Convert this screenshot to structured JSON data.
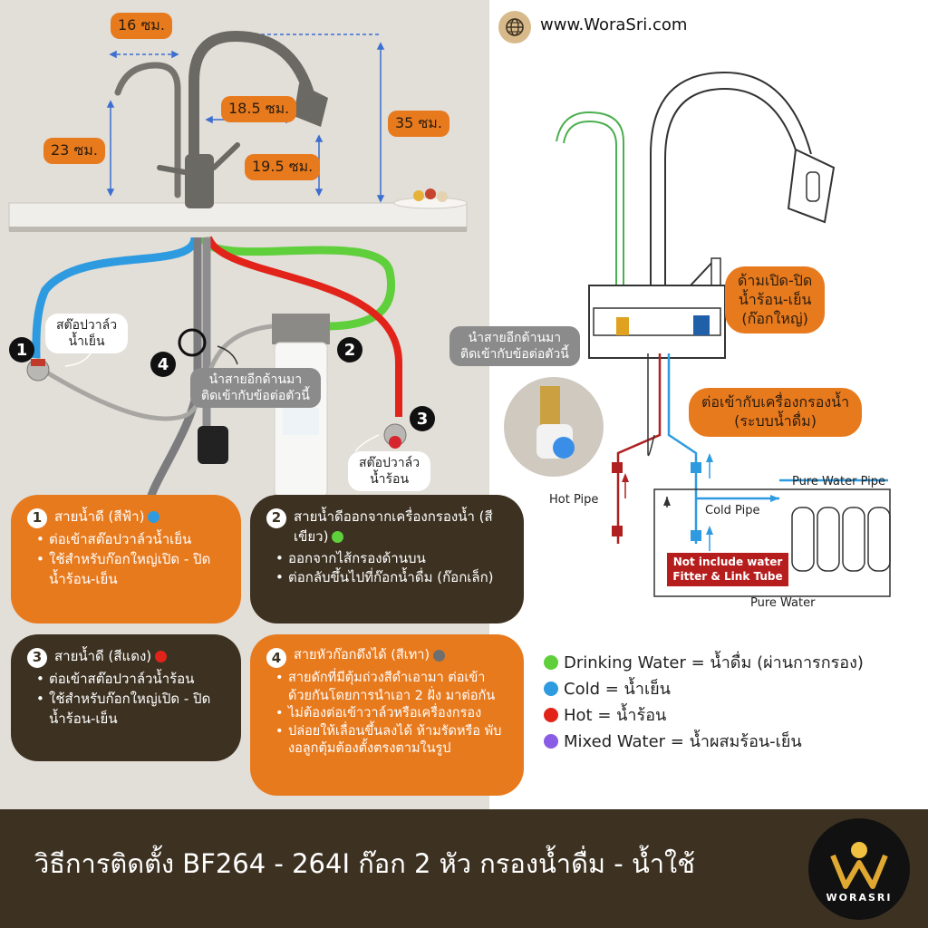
{
  "website": "www.WoraSri.com",
  "dimensions": {
    "width_16": "16 ซม.",
    "height_23": "23 ซม.",
    "reach_18_5": "18.5 ซม.",
    "height_19_5": "19.5 ซม.",
    "height_35": "35 ซม."
  },
  "left_labels": {
    "cold_valve": [
      "สต๊อปวาล์ว",
      "น้ำเย็น"
    ],
    "hot_valve": [
      "สต๊อปวาล์ว",
      "น้ำร้อน"
    ],
    "pull_note": [
      "นำสายอีกด้านมา",
      "ติดเข้ากับข้อต่อตัวนี้"
    ],
    "num1": "1",
    "num2": "2",
    "num3": "3",
    "num4": "4"
  },
  "cards": {
    "card1": {
      "num": "1",
      "title": "สายน้ำดี (สีฟ้า)",
      "dot_color": "#2e9be0",
      "items": [
        "ต่อเข้าสต๊อปวาล์วน้ำเย็น",
        "ใช้สำหรับก๊อกใหญ่เปิด - ปิด น้ำร้อน-เย็น"
      ]
    },
    "card2": {
      "num": "2",
      "title": "สายน้ำดีออกจากเครื่องกรองน้ำ (สีเขียว)",
      "dot_color": "#5fcf3c",
      "items": [
        "ออกจากไส้กรองด้านบน",
        "ต่อกลับขึ้นไปที่ก๊อกน้ำดื่ม (ก๊อกเล็ก)"
      ]
    },
    "card3": {
      "num": "3",
      "title": "สายน้ำดี (สีแดง)",
      "dot_color": "#e2231a",
      "items": [
        "ต่อเข้าสต๊อปวาล์วน้ำร้อน",
        "ใช้สำหรับก๊อกใหญ่เปิด - ปิด น้ำร้อน-เย็น"
      ]
    },
    "card4": {
      "num": "4",
      "title": "สายหัวก๊อกดึงได้ (สีเทา)",
      "dot_color": "#6f6f6f",
      "items": [
        "สายดักที่มีตุ้มถ่วงสีดำเอามา ต่อเข้าด้วยกันโดยการนำเอา 2 ฝั่ง มาต่อกัน",
        "ไม่ต้องต่อเข้าวาล์วหรือเครื่องกรอง",
        "ปล่อยให้เลื่อนขึ้นลงได้ ห้ามรัดหรือ พับงอลูกตุ้มต้องตั้งตรงตามในรูป"
      ]
    }
  },
  "right_labels": {
    "handle_note": [
      "ด้ามเปิด-ปิด",
      "น้ำร้อน-เย็น",
      "(ก๊อกใหญ่)"
    ],
    "filter_note": [
      "ต่อเข้ากับเครื่องกรองน้ำ",
      "(ระบบน้ำดื่ม)"
    ],
    "connector_note": [
      "นำสายอีกด้านมา",
      "ติดเข้ากับข้อต่อตัวนี้"
    ],
    "hot_pipe": "Hot Pipe",
    "cold_pipe": "Cold Pipe",
    "pure_water_pipe": "Pure Water Pipe",
    "pure_water": "Pure Water",
    "not_include": [
      "Not include water",
      "Fitter & Link Tube"
    ]
  },
  "legend": [
    {
      "label": "Drinking Water = น้ำดื่ม (ผ่านการกรอง)",
      "color": "#5fcf3c"
    },
    {
      "label": "Cold = น้ำเย็น",
      "color": "#2e9be0"
    },
    {
      "label": "Hot = น้ำร้อน",
      "color": "#e2231a"
    },
    {
      "label": "Mixed Water = น้ำผสมร้อน-เย็น",
      "color": "#8a5ce6"
    }
  ],
  "footer": {
    "title": "วิธีการติดตั้ง BF264 - 264I ก๊อก 2 หัว กรองน้ำดื่ม - น้ำใช้",
    "logo_text": "WORASRI"
  },
  "colors": {
    "orange": "#e87a1e",
    "dark_brown": "#3d3222",
    "left_bg": "#e2ded8"
  }
}
